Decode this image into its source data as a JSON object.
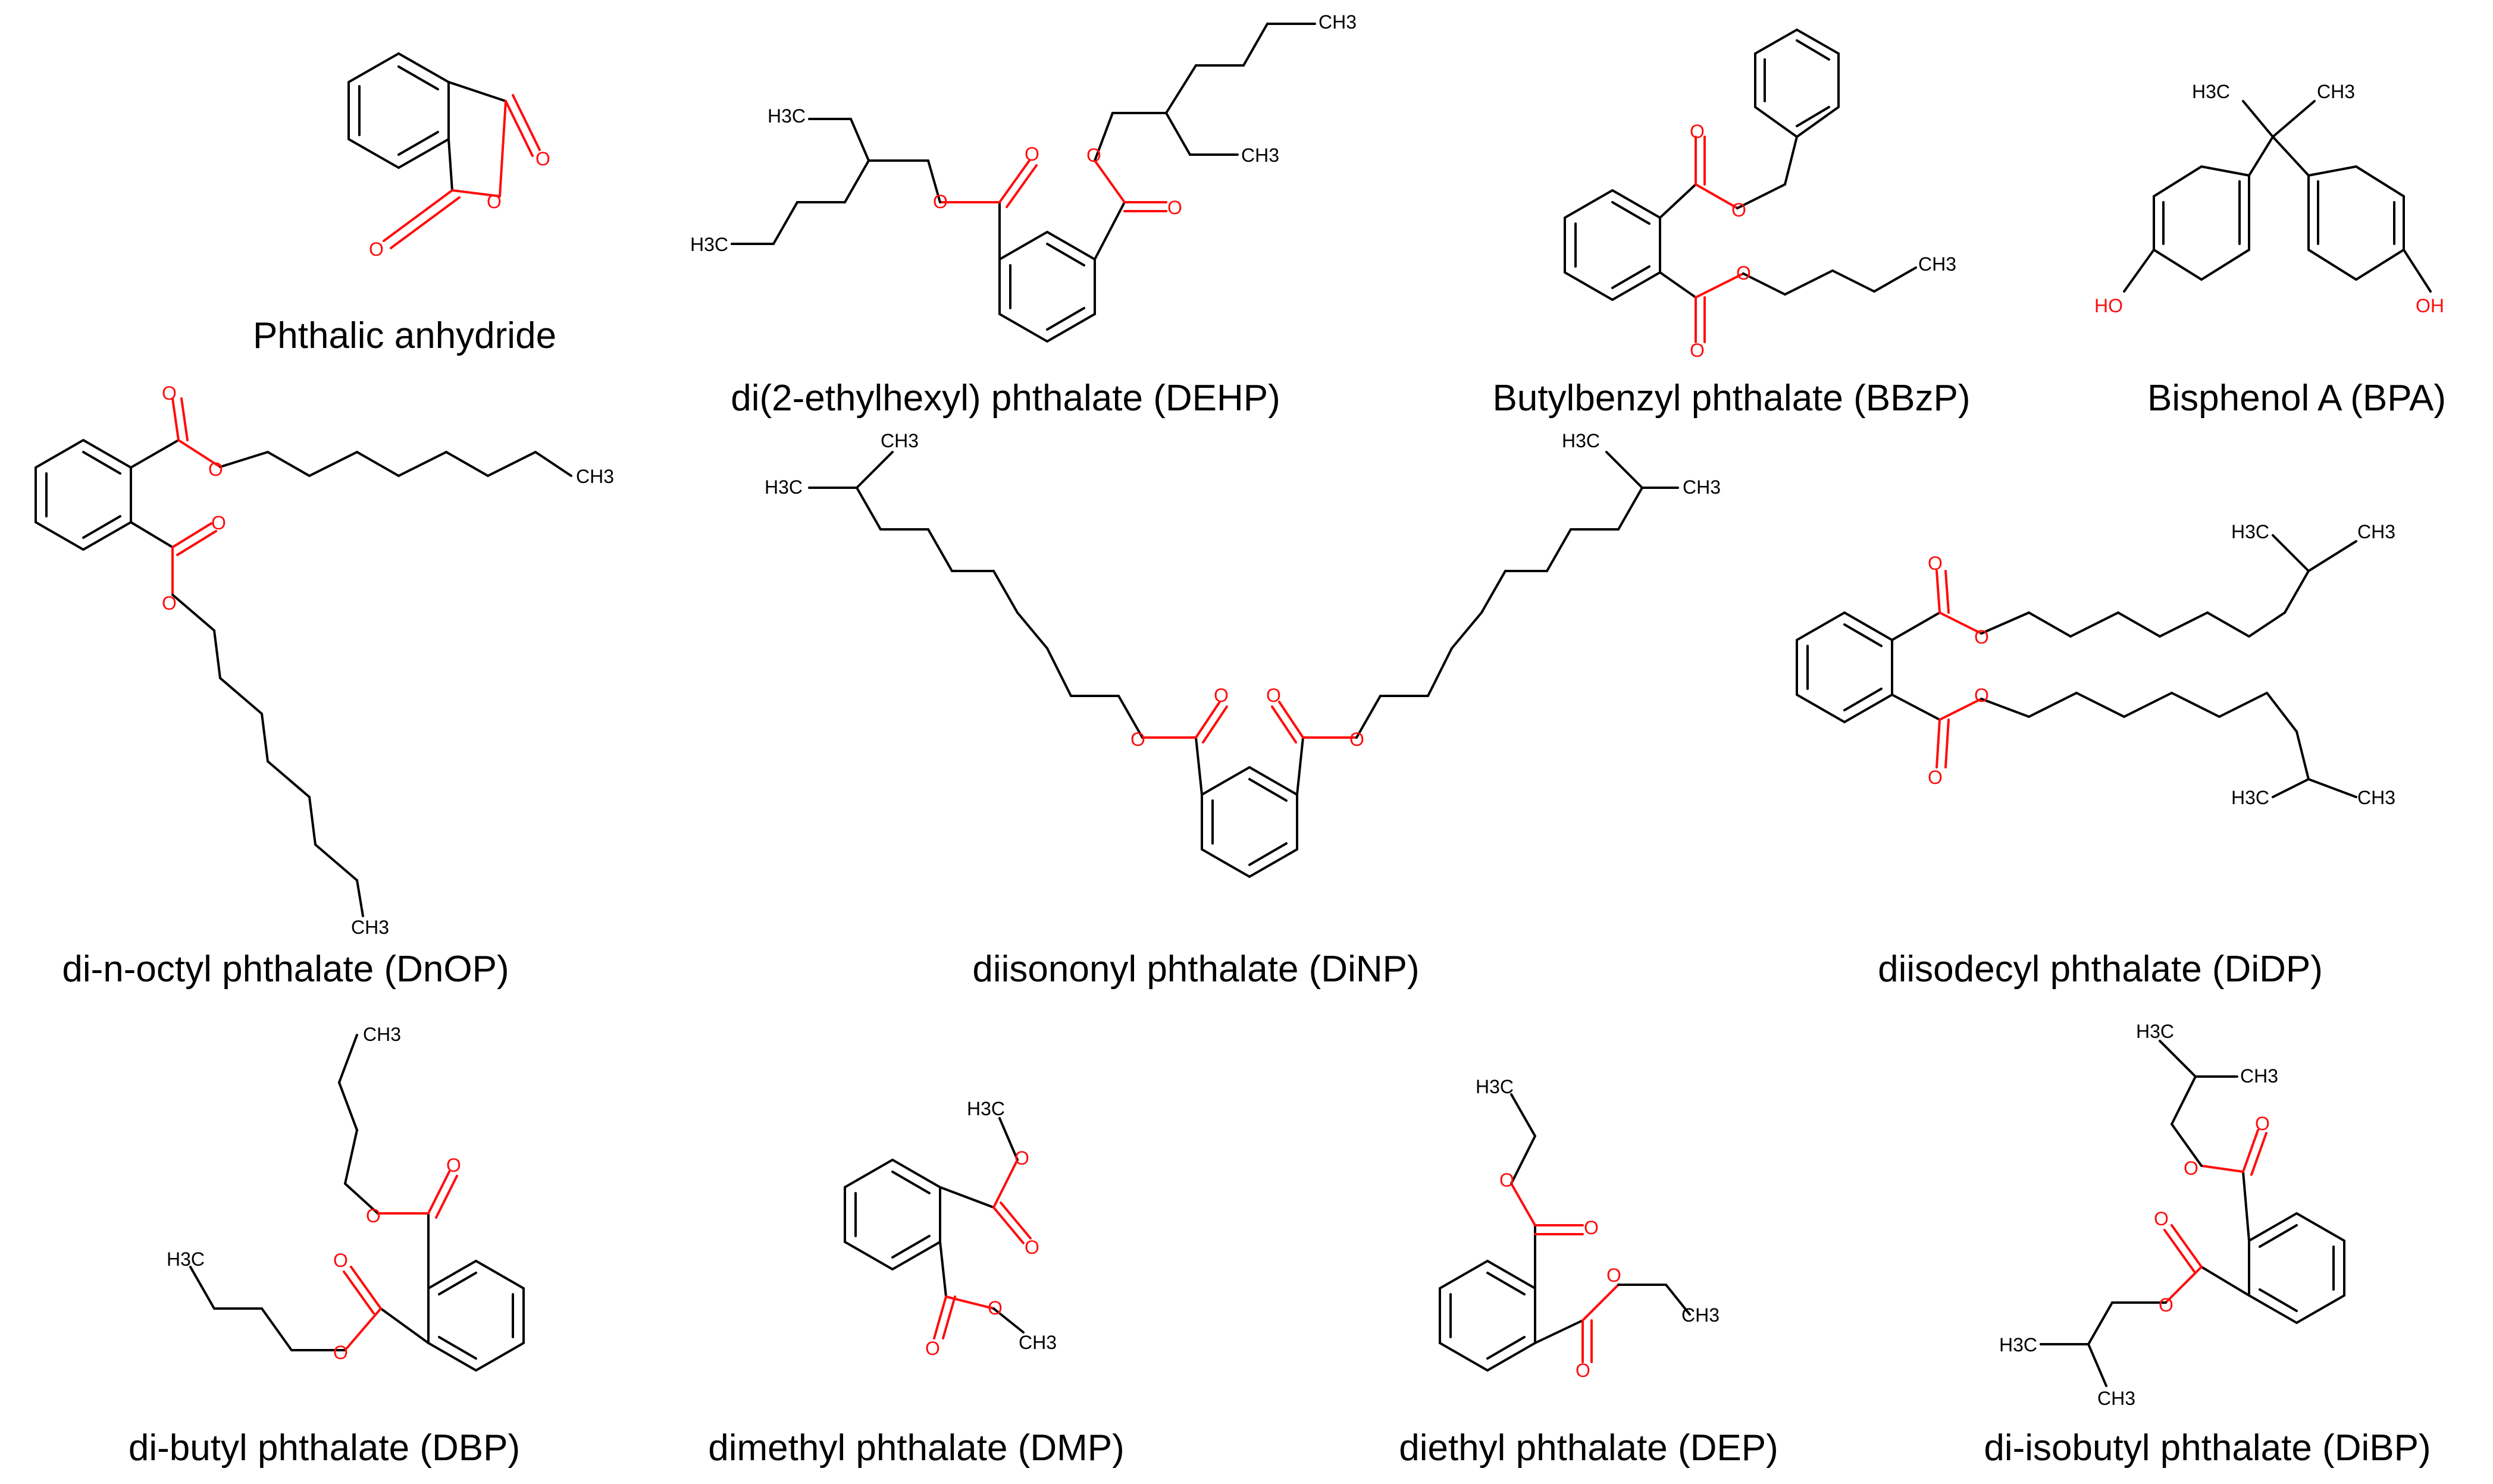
{
  "colors": {
    "bond": "#000000",
    "heteroatom": "#ff0d0d",
    "background": "#ffffff"
  },
  "captions": {
    "phthalic_anhydride": "Phthalic anhydride",
    "dehp": "di(2-ethylhexyl) phthalate (DEHP)",
    "bbzp": "Butylbenzyl phthalate (BBzP)",
    "bpa": "Bisphenol A (BPA)",
    "dnop": "di-n-octyl phthalate (DnOP)",
    "dinp": "diisononyl phthalate (DiNP)",
    "didp": "diisodecyl phthalate (DiDP)",
    "dbp": "di-butyl phthalate (DBP)",
    "dmp": "dimethyl phthalate (DMP)",
    "dep": "diethyl phthalate (DEP)",
    "dibp": "di-isobutyl phthalate (DiBP)"
  },
  "atom_labels": {
    "o": "O",
    "ch3": "CH3",
    "h3c": "H3C",
    "ho": "HO",
    "oh": "OH"
  }
}
